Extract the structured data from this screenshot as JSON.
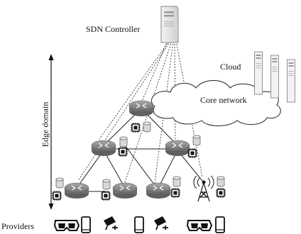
{
  "labels": {
    "sdn_controller": "SDN Controller",
    "cloud": "Cloud",
    "core_network": "Core network",
    "edge_domain": "Edge domain",
    "providers": "Providers"
  },
  "provider_icons": [
    "vr-headset-icon",
    "smartphone-icon",
    "cctv-camera-icon",
    "smartphone-icon",
    "cctv-camera-icon",
    "vr-headset-icon",
    "smartphone-icon"
  ],
  "colors": {
    "router": "#8a8a8a",
    "line": "#222222",
    "server": "#e6e6e6"
  }
}
